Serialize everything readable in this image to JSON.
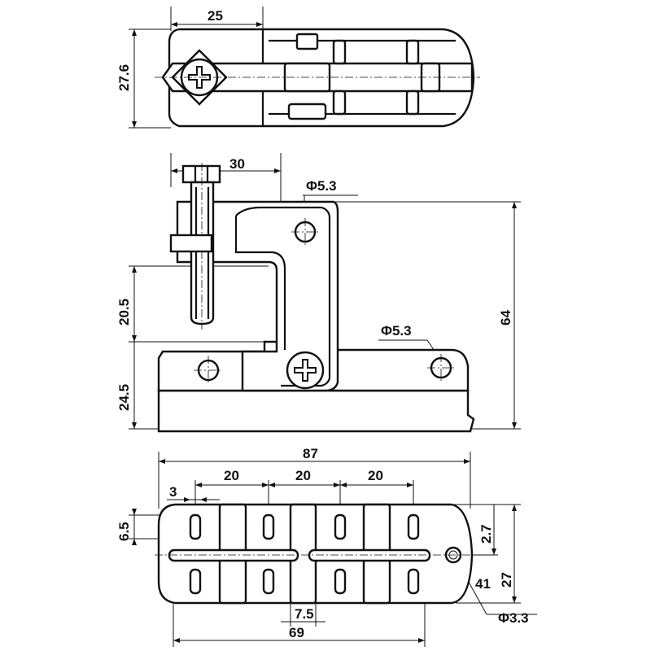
{
  "top_view": {
    "dim_width": "25",
    "dim_height": "27.6"
  },
  "front_view": {
    "dim_width": "30",
    "dim_hole_top": "Φ5.3",
    "dim_hole_right": "Φ5.3",
    "dim_total_height": "64",
    "dim_jaw": "20.5",
    "dim_base": "24.5"
  },
  "bottom_view": {
    "dim_length": "87",
    "dim_pitch_1": "20",
    "dim_pitch_2": "20",
    "dim_pitch_3": "20",
    "dim_slot_width": "3",
    "dim_slot_height": "6.5",
    "dim_offset": "2.7",
    "dim_width": "27",
    "dim_41": "41",
    "dim_center": "7.5",
    "dim_69": "69",
    "dim_hole": "Φ3.3"
  }
}
